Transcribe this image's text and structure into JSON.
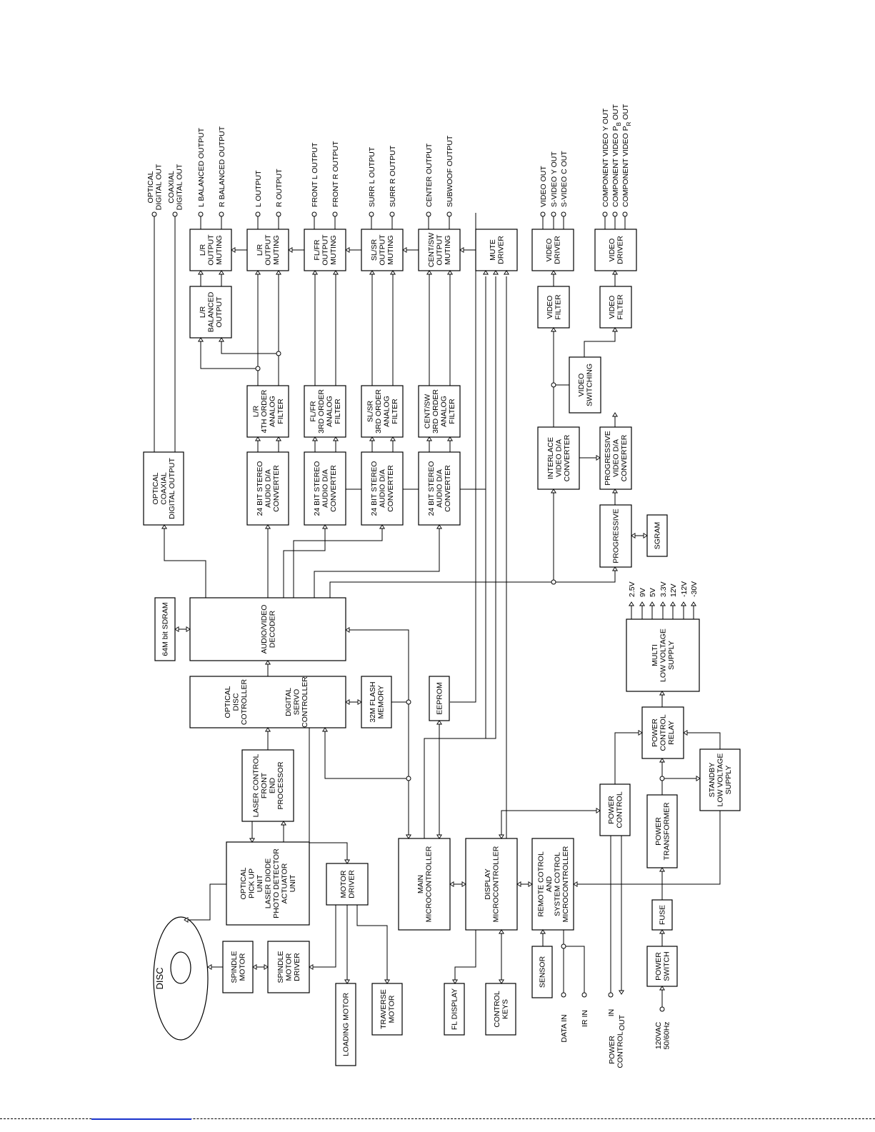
{
  "title": "",
  "blocks": {
    "optical_coaxial_output": [
      "OPTICAL",
      "COAXIAL",
      "DIGITAL OUTPUT"
    ],
    "sdram": [
      "64M bit SDRAM"
    ],
    "av_decoder": [
      "AUDIO/VIDEO",
      "DECODER"
    ],
    "optical_disc_controller": [
      "OPTICAL",
      "DISC",
      "COTROLLER"
    ],
    "digital_servo_controller": [
      "DIGITAL",
      "SERVO",
      "CONTROLLER"
    ],
    "flash_memory": [
      "32M FLASH",
      "MEMORY"
    ],
    "eeprom": [
      "EEPROM"
    ],
    "laser_control": [
      "LASER CONTROL",
      "FRONT",
      "END",
      "PROCESSOR"
    ],
    "optical_pickup": [
      "OPTICAL",
      "PICK UP",
      "UNIT",
      "LASER DIODE",
      "PHOTO DETECTOR",
      "ACTUATOR",
      "UNIT"
    ],
    "motor_driver": [
      "MOTOR",
      "DRIVER"
    ],
    "spindle_motor": [
      "SPINDLE",
      "MOTOR"
    ],
    "spindle_motor_driver": [
      "SPINDLE",
      "MOTOR",
      "DRIVER"
    ],
    "loading_motor": [
      "LOADING MOTOR"
    ],
    "traverse_motor": [
      "TRAVERSE",
      "MOTOR"
    ],
    "main_micro": [
      "MAIN",
      "MICROCONTROLLER"
    ],
    "display_micro": [
      "DISPLAY",
      "MICROCONTROLLER"
    ],
    "remote_micro": [
      "REMOTE COTROL",
      "AND",
      "SYSTEM COTROL",
      "MICROCONTROLLER"
    ],
    "fl_display": [
      "FL DISPLAY"
    ],
    "control_keys": [
      "CONTROL",
      "KEYS"
    ],
    "sensor": [
      "SENSOR"
    ],
    "power_control": [
      "POWER",
      "CONTROL"
    ],
    "power_transformer": [
      "POWER",
      "TRANSFORMER"
    ],
    "fuse": [
      "FUSE"
    ],
    "power_switch": [
      "POWER",
      "SWITCH"
    ],
    "power_control_relay": [
      "POWER",
      "CONTROL",
      "RELAY"
    ],
    "standby_supply": [
      "STANDBY",
      "LOW VOLTAGE",
      "SUPPLY"
    ],
    "multi_supply": [
      "MULTI",
      "LOW VOLTAGE",
      "SUPPLY"
    ],
    "dac_lr": [
      "24 BIT STEREO",
      "AUDIO D/A",
      "CONVERTER"
    ],
    "dac_front": [
      "24 BIT STEREO",
      "AUDIO D/A",
      "CONVERTER"
    ],
    "dac_surr": [
      "24 BIT STEREO",
      "AUDIO D/A",
      "CONVERTER"
    ],
    "dac_center": [
      "24 BIT STEREO",
      "AUDIO D/A",
      "CONVERTER"
    ],
    "filter_lr": [
      "L/R",
      "4TH ORDER",
      "ANALOG",
      "FILTER"
    ],
    "filter_front": [
      "FL/FR",
      "3RD ORDER",
      "ANALOG",
      "FILTER"
    ],
    "filter_surr": [
      "SL/SR",
      "3RD ORDER",
      "ANALOG",
      "FILTER"
    ],
    "filter_center": [
      "CENT/SW",
      "3RD ORDER",
      "ANALOG",
      "FILTER"
    ],
    "balanced_output": [
      "L/R",
      "BALANCED",
      "OUTPUT"
    ],
    "mute_lr_bal": [
      "L/R",
      "OUTPUT",
      "MUTING"
    ],
    "mute_lr": [
      "L/R",
      "OUTPUT",
      "MUTING"
    ],
    "mute_front": [
      "FL/FR",
      "OUTPUT",
      "MUTING"
    ],
    "mute_surr": [
      "SL/SR",
      "OUTPUT",
      "MUTING"
    ],
    "mute_center": [
      "CENT/SW",
      "OUTPUT",
      "MUTING"
    ],
    "mute_driver": [
      "MUTE",
      "DRIVER"
    ],
    "interlace_dac": [
      "INTERLACE",
      "VIDEO D/A",
      "CONVERTER"
    ],
    "progressive_dac": [
      "PROGRESSIVE",
      "VIDEO D/A",
      "CONVERTER"
    ],
    "progressive": [
      "PROGRESSIVE"
    ],
    "sgram": [
      "SGRAM"
    ],
    "video_switching": [
      "VIDEO",
      "SWITCHING"
    ],
    "video_filter_1": [
      "VIDEO",
      "FILTER"
    ],
    "video_filter_2": [
      "VIDEO",
      "FILTER"
    ],
    "video_driver_1": [
      "VIDEO",
      "DRIVER"
    ],
    "video_driver_2": [
      "VIDEO",
      "DRIVER"
    ]
  },
  "outputs": {
    "optical": [
      "OPTICAL",
      "DIGITAL OUT"
    ],
    "coaxial": [
      "COAXIAL",
      "DIGITAL OUT"
    ],
    "l_balanced": "L BALANCED OUTPUT",
    "r_balanced": "R BALANCED OUTPUT",
    "l_output": "L OUTPUT",
    "r_output": "R OUTPUT",
    "front_l": "FRONT L OUTPUT",
    "front_r": "FRONT R OUTPUT",
    "surr_l": "SURR L OUTPUT",
    "surr_r": "SURR R OUTPUT",
    "center": "CENTER OUTPUT",
    "subwoof": "SUBWOOF OUTPUT",
    "video_out": "VIDEO OUT",
    "svideo_y": "S-VIDEO Y OUT",
    "svideo_c": "S-VIDEO C OUT",
    "comp_y": "COMPONENT VIDEO Y OUT",
    "comp_pb": "COMPONENT VIDEO P",
    "comp_pb_sub": "B",
    "comp_pr": "COMPONENT VIDEO P",
    "comp_pr_sub": "R",
    "out_suffix": " OUT"
  },
  "voltages": [
    "2.5V",
    "9V",
    "5V",
    "3.3V",
    "12V",
    "-12V",
    "-30V"
  ],
  "inputs": {
    "data_in": "DATA IN",
    "ir_in": "IR IN",
    "power_control": [
      "POWER",
      "CONTROL"
    ],
    "in": "IN",
    "out": "OUT",
    "ac": [
      "120VAC",
      "50/60Hz"
    ]
  },
  "disc_label": "DISC"
}
